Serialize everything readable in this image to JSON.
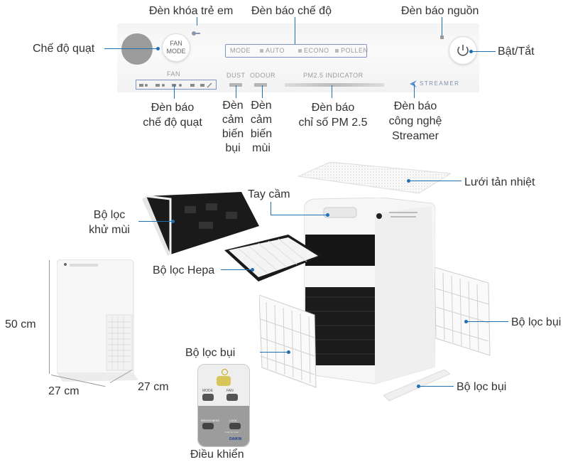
{
  "panel": {
    "mode_label": "MODE",
    "modes": [
      "AUTO",
      "ECONO",
      "POLLEN"
    ],
    "fan_button_top": "FAN",
    "fan_button_bottom": "MODE",
    "fan_label": "FAN",
    "dust_label": "DUST",
    "odour_label": "ODOUR",
    "pm_label": "PM2.5  INDICATOR",
    "streamer_label": "STREAMER"
  },
  "labels": {
    "child_lock": "Đèn khóa trẻ em",
    "mode_indicator": "Đèn báo chế độ",
    "power_indicator": "Đèn báo nguồn",
    "fan_mode": "Chế độ quạt",
    "power": "Bật/Tắt",
    "fan_indicator": [
      "Đèn báo",
      "chế độ quạt"
    ],
    "dust_sensor": [
      "Đèn",
      "cảm",
      "biến",
      "bụi"
    ],
    "odour_sensor": [
      "Đèn",
      "cảm",
      "biến",
      "mùi"
    ],
    "pm_indicator": [
      "Đèn báo",
      "chỉ số PM 2.5"
    ],
    "streamer": [
      "Đèn báo",
      "công nghệ",
      "Streamer"
    ],
    "heat_grid": "Lưới tản nhiệt",
    "handle": "Tay cầm",
    "deodorizing_filter": [
      "Bộ lọc",
      "khử mùi"
    ],
    "hepa_filter": "Bộ lọc Hepa",
    "dust_filter_right": "Bộ lọc bụi",
    "dust_filter_left": "Bộ lọc bụi",
    "dust_filter_bottom": "Bộ lọc bụi",
    "remote": "Điều khiển"
  },
  "dimensions": {
    "height": "50 cm",
    "width": "27 cm",
    "depth": "27 cm"
  },
  "remote": {
    "mode": "MODE",
    "fan": "FAN",
    "brightness": "BRIGHTNESS",
    "lock": "LOCK",
    "lock_sub": "Push for 5 sec",
    "brand": "DAIKIN"
  },
  "colors": {
    "leader": "#1f6fb5",
    "text": "#333333"
  }
}
